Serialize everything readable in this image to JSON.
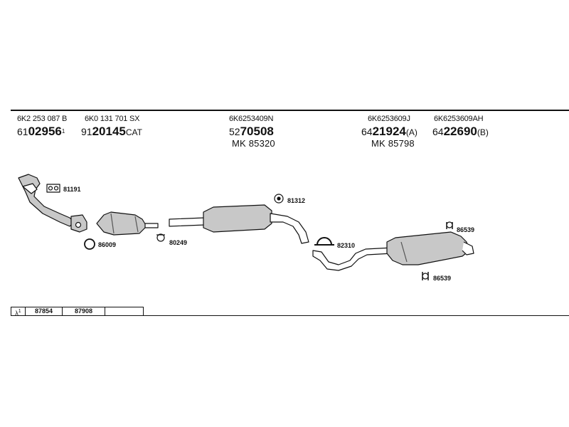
{
  "header": {
    "columns": [
      {
        "oe": "6K2 253 087 B",
        "prefix": "61",
        "main": "02956",
        "suffix": "",
        "sup": "1",
        "mk": ""
      },
      {
        "oe": "6K0 131 701 SX",
        "prefix": "91",
        "main": "20145",
        "suffix": "CAT",
        "sup": "",
        "mk": ""
      },
      {
        "oe": "6K6253409N",
        "prefix": "52",
        "main": "70508",
        "suffix": "",
        "sup": "",
        "mk": "MK 85320"
      },
      {
        "oe": "6K6253609J",
        "prefix": "64",
        "main": "21924",
        "suffix": "(A)",
        "sup": "",
        "mk": "MK 85798"
      },
      {
        "oe": "6K6253609AH",
        "prefix": "64",
        "main": "22690",
        "suffix": "(B)",
        "sup": "",
        "mk": ""
      }
    ]
  },
  "parts": {
    "gasket_1": "81191",
    "ring_gasket": "86009",
    "clamp_1": "80249",
    "hanger_1": "81312",
    "clamp_2": "82310",
    "hanger_2": "86539",
    "hanger_3": "86539"
  },
  "footer": {
    "lambda_label": "λ",
    "lambda_sup": "1",
    "cells": [
      "87854",
      "87908",
      ""
    ]
  },
  "colors": {
    "line": "#111111",
    "part_fill": "#c8c8c8",
    "part_dark": "#7a7a7a",
    "background": "#ffffff"
  }
}
